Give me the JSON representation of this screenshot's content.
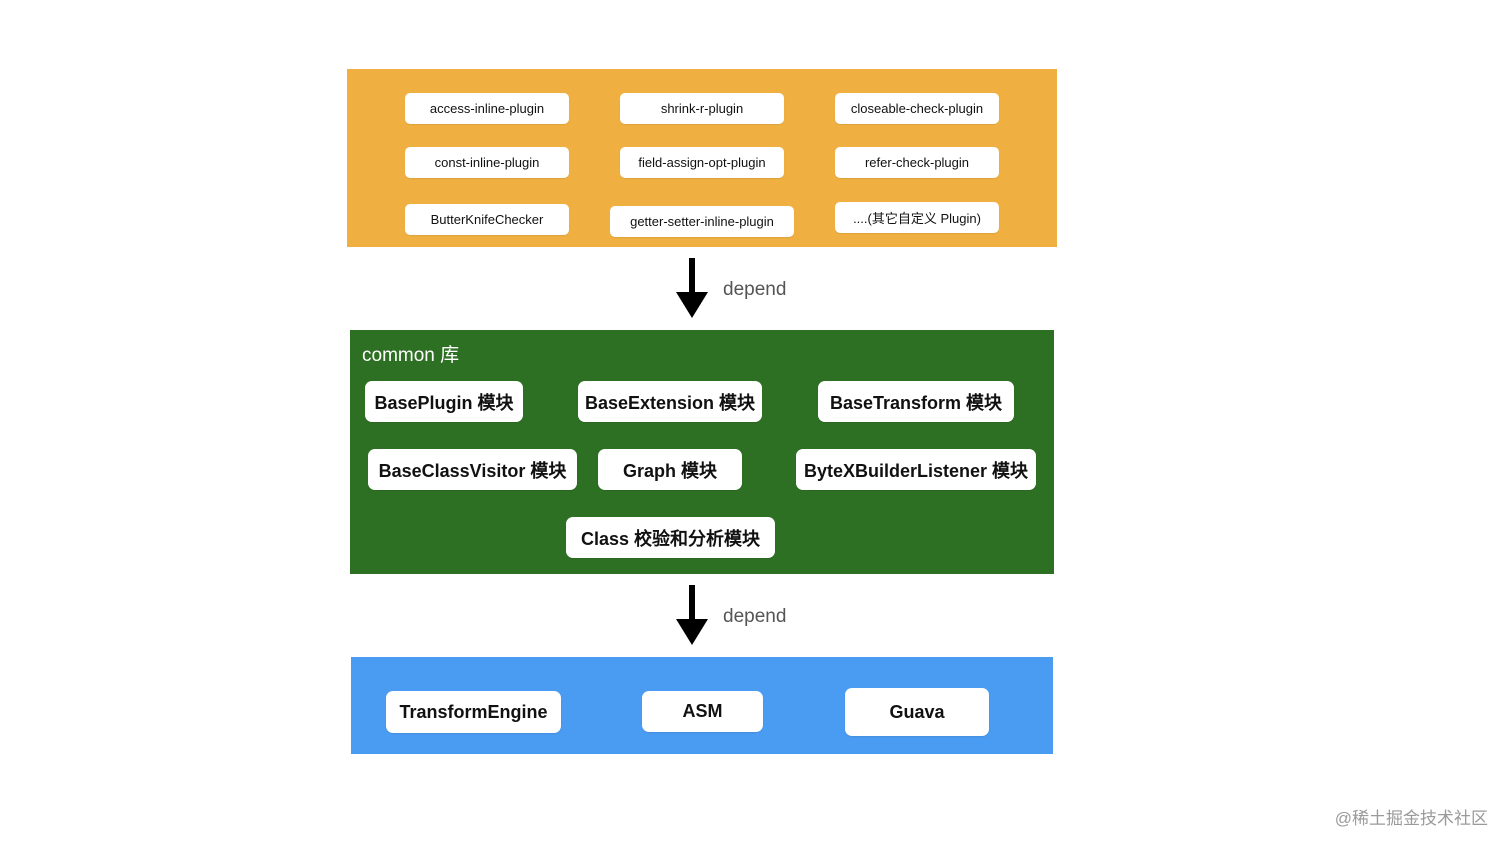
{
  "plugins_layer": {
    "items": [
      "access-inline-plugin",
      "shrink-r-plugin",
      "closeable-check-plugin",
      "const-inline-plugin",
      "field-assign-opt-plugin",
      "refer-check-plugin",
      "ButterKnifeChecker",
      "getter-setter-inline-plugin",
      "....(其它自定义 Plugin)"
    ],
    "color": "#F0B041"
  },
  "arrow_1": {
    "label": "depend"
  },
  "common_layer": {
    "title": "common 库",
    "items": [
      "BasePlugin 模块",
      "BaseExtension 模块",
      "BaseTransform 模块",
      "BaseClassVisitor 模块",
      "Graph 模块",
      "ByteXBuilderListener 模块",
      "Class 校验和分析模块"
    ],
    "color": "#2E7023"
  },
  "arrow_2": {
    "label": "depend"
  },
  "base_layer": {
    "items": [
      "TransformEngine",
      "ASM",
      "Guava"
    ],
    "color": "#4A9BF2"
  },
  "watermark": "@稀土掘金技术社区"
}
